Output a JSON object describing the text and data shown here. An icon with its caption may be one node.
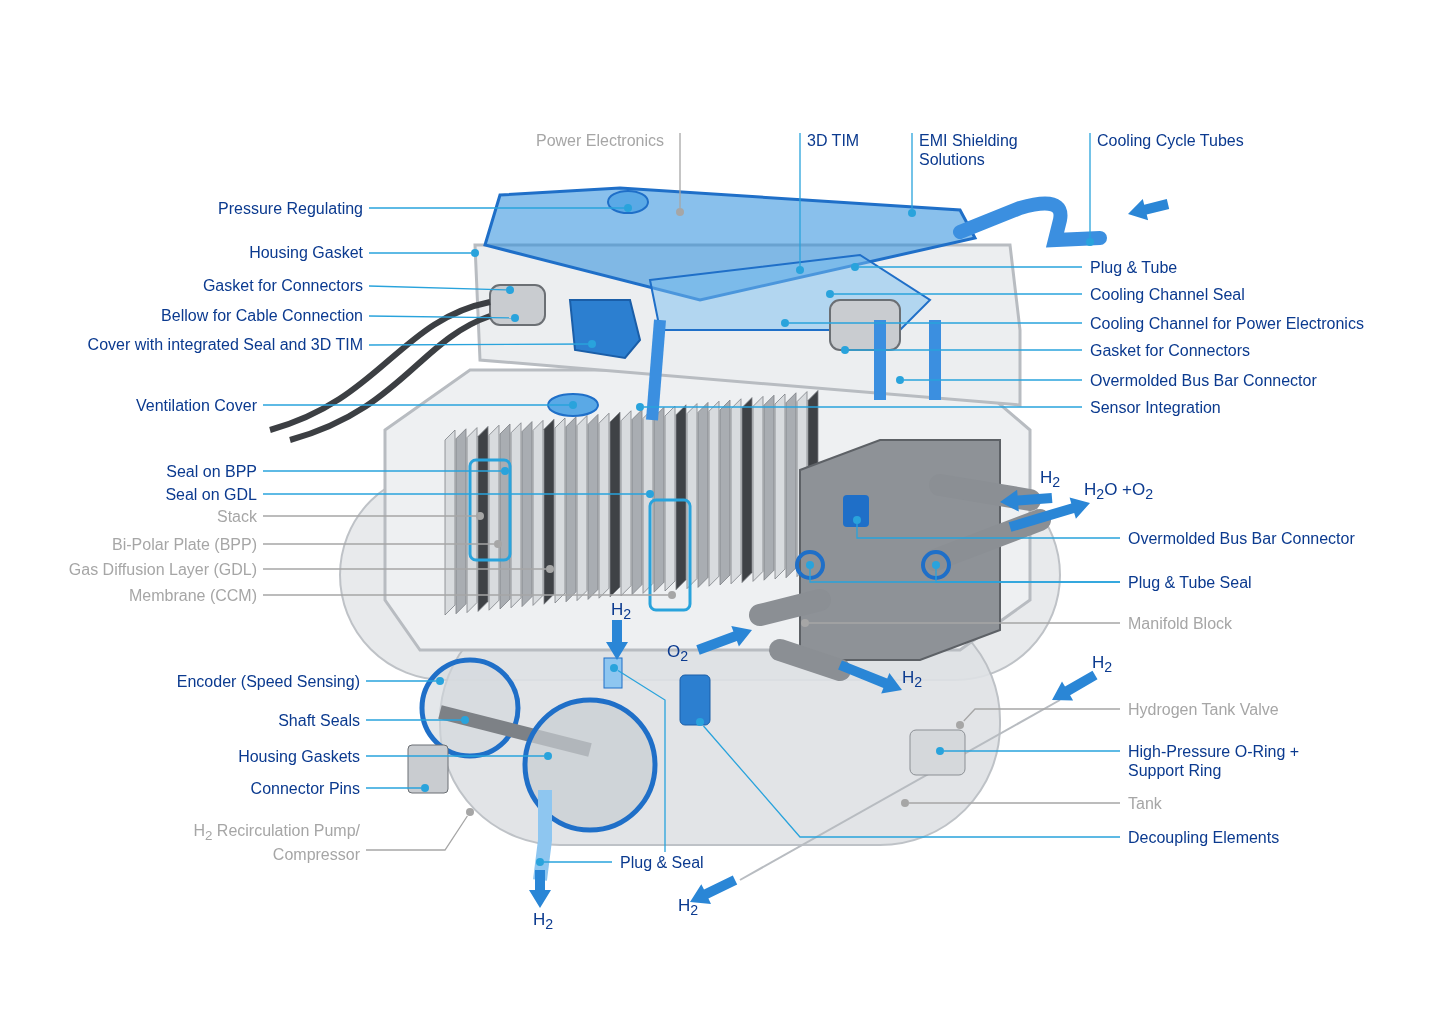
{
  "diagram": {
    "nodes": [
      {
        "text": [
          "Power Electronics"
        ]
      },
      {
        "text": [
          "3D TIM"
        ]
      },
      {
        "text": [
          "EMI Shielding Solutions"
        ]
      },
      {
        "text": [
          "Cooling Cycle Tubes"
        ]
      },
      {
        "text": [
          "Pressure Regulating"
        ]
      },
      {
        "text": [
          "Housing Gasket"
        ]
      },
      {
        "text": [
          "Gasket for Connectors"
        ]
      },
      {
        "text": [
          "Bellow for Cable Connection"
        ]
      },
      {
        "text": [
          "Cover with integrated Seal and 3D TIM"
        ]
      },
      {
        "text": [
          "Ventilation Cover"
        ]
      },
      {
        "text": [
          "Seal on BPP"
        ]
      },
      {
        "text": [
          "Seal on GDL"
        ]
      },
      {
        "text": [
          "Stack"
        ]
      },
      {
        "text": [
          "Bi-Polar Plate (BPP)"
        ]
      },
      {
        "text": [
          "Gas Diffusion Layer (GDL)"
        ]
      },
      {
        "text": [
          "Membrane (CCM)"
        ]
      },
      {
        "text": [
          "Plug & Tube"
        ]
      },
      {
        "text": [
          "Cooling Channel Seal"
        ]
      },
      {
        "text": [
          "Cooling Channel for Power Electronics"
        ]
      },
      {
        "text": [
          "Gasket for Connectors"
        ]
      },
      {
        "text": [
          "Overmolded Bus Bar Connector"
        ]
      },
      {
        "text": [
          "Sensor Integration"
        ]
      },
      {
        "text": [
          "Overmolded Bus Bar Connector"
        ]
      },
      {
        "text": [
          "Plug & Tube Seal"
        ]
      },
      {
        "text": [
          "Manifold Block"
        ]
      },
      {
        "text": [
          "Hydrogen Tank Valve"
        ]
      },
      {
        "text": [
          "High-Pressure O-Ring + Support Ring"
        ]
      },
      {
        "text": [
          "Tank"
        ]
      },
      {
        "text": [
          "Decoupling Elements"
        ]
      },
      {
        "text": [
          "Encoder (Speed Sensing)"
        ]
      },
      {
        "text": [
          "Shaft Seals"
        ]
      },
      {
        "text": [
          "Housing Gaskets"
        ]
      },
      {
        "text": [
          "Connector Pins"
        ]
      },
      {
        "text": [
          "H$_{2}$ Recirculation Pump/ Compressor"
        ]
      },
      {
        "text": [
          "Plug & Seal"
        ]
      },
      {
        "text": [],
        "shape": "circle"
      },
      {
        "text": [],
        "shape": "circle"
      },
      {
        "text": [],
        "shape": "circle"
      },
      {
        "text": [],
        "shape": "circle"
      },
      {
        "text": [],
        "shape": "circle"
      },
      {
        "text": [],
        "shape": "circle"
      },
      {
        "text": [],
        "shape": "circle"
      },
      {
        "text": [],
        "shape": "circle"
      },
      {
        "text": [],
        "shape": "circle"
      },
      {
        "text": [],
        "shape": "circle"
      },
      {
        "text": [],
        "shape": "circle"
      },
      {
        "text": [],
        "shape": "circle"
      },
      {
        "text": [],
        "shape": "circle"
      },
      {
        "text": [],
        "shape": "circle"
      },
      {
        "text": [],
        "shape": "circle"
      },
      {
        "text": [],
        "shape": "circle"
      },
      {
        "text": [],
        "shape": "circle"
      },
      {
        "text": [],
        "shape": "circle"
      },
      {
        "text": [],
        "shape": "circle"
      },
      {
        "text": [],
        "shape": "circle"
      },
      {
        "text": [],
        "shape": "circle"
      },
      {
        "text": [],
        "shape": "circle"
      },
      {
        "text": [],
        "shape": "circle"
      },
      {
        "text": [],
        "shape": "circle"
      },
      {
        "text": [],
        "shape": "circle"
      },
      {
        "text": [],
        "shape": "circle"
      },
      {
        "text": [],
        "shape": "circle"
      },
      {
        "text": [],
        "shape": "circle"
      },
      {
        "text": [],
        "shape": "circle"
      },
      {
        "text": [],
        "shape": "circle"
      },
      {
        "text": [],
        "shape": "circle"
      },
      {
        "text": [],
        "shape": "circle"
      },
      {
        "text": [],
        "shape": "circle"
      },
      {
        "text": [],
        "shape": "circle"
      },
      {
        "text": [],
        "shape": "circle"
      },
      {
        "text": [],
        "shape": "circle"
      },
      {
        "text": [],
        "shape": "circle"
      }
    ],
    "edges": [
      {
        "from": 0,
        "to": 35,
        "arrow": "none",
        "color": "#a6a6a6"
      },
      {
        "from": 1,
        "to": 36,
        "arrow": "none"
      },
      {
        "from": 2,
        "to": 37,
        "arrow": "none"
      },
      {
        "from": 3,
        "to": 38,
        "arrow": "none"
      },
      {
        "from": 4,
        "to": 39,
        "arrow": "none"
      },
      {
        "from": 5,
        "to": 40,
        "arrow": "none"
      },
      {
        "from": 6,
        "to": 41,
        "arrow": "none"
      },
      {
        "from": 7,
        "to": 42,
        "arrow": "none"
      },
      {
        "from": 8,
        "to": 43,
        "arrow": "none"
      },
      {
        "from": 9,
        "to": 44,
        "arrow": "none"
      },
      {
        "from": 10,
        "to": 45,
        "arrow": "none"
      },
      {
        "from": 11,
        "to": 46,
        "arrow": "none"
      },
      {
        "from": 12,
        "to": 47,
        "arrow": "none",
        "color": "#a6a6a6"
      },
      {
        "from": 13,
        "to": 48,
        "arrow": "none",
        "color": "#a6a6a6"
      },
      {
        "from": 14,
        "to": 49,
        "arrow": "none",
        "color": "#a6a6a6"
      },
      {
        "from": 15,
        "to": 50,
        "arrow": "none",
        "color": "#a6a6a6"
      },
      {
        "from": 16,
        "to": 51,
        "arrow": "none"
      },
      {
        "from": 17,
        "to": 52,
        "arrow": "none"
      },
      {
        "from": 18,
        "to": 53,
        "arrow": "none"
      },
      {
        "from": 19,
        "to": 54,
        "arrow": "none"
      },
      {
        "from": 20,
        "to": 55,
        "arrow": "none"
      },
      {
        "from": 21,
        "to": 56,
        "arrow": "none"
      },
      {
        "from": 22,
        "to": 57,
        "arrow": "none"
      },
      {
        "from": 23,
        "to": 58,
        "arrow": "none"
      },
      {
        "from": 23,
        "to": 59,
        "arrow": "none"
      },
      {
        "from": 24,
        "to": 60,
        "arrow": "none",
        "color": "#a6a6a6"
      },
      {
        "from": 25,
        "to": 61,
        "arrow": "none",
        "color": "#a6a6a6"
      },
      {
        "from": 26,
        "to": 62,
        "arrow": "none"
      },
      {
        "from": 27,
        "to": 63,
        "arrow": "none",
        "color": "#a6a6a6"
      },
      {
        "from": 28,
        "to": 64,
        "arrow": "none"
      },
      {
        "from": 29,
        "to": 65,
        "arrow": "none"
      },
      {
        "from": 30,
        "to": 66,
        "arrow": "none"
      },
      {
        "from": 31,
        "to": 67,
        "arrow": "none"
      },
      {
        "from": 32,
        "to": 68,
        "arrow": "none"
      },
      {
        "from": 33,
        "to": 69,
        "arrow": "none",
        "color": "#a6a6a6"
      },
      {
        "from": 34,
        "to": 70,
        "arrow": "none"
      },
      {
        "from": 34,
        "to": 71,
        "arrow": "none"
      }
    ],
    "labels": [
      "H$_{2}$",
      "H$_{2}$O +O$_{2}$",
      "H$_{2}$",
      "O$_{2}$",
      "H$_{2}$",
      "H$_{2}$",
      "H$_{2}$",
      "H$_{2}$"
    ]
  }
}
